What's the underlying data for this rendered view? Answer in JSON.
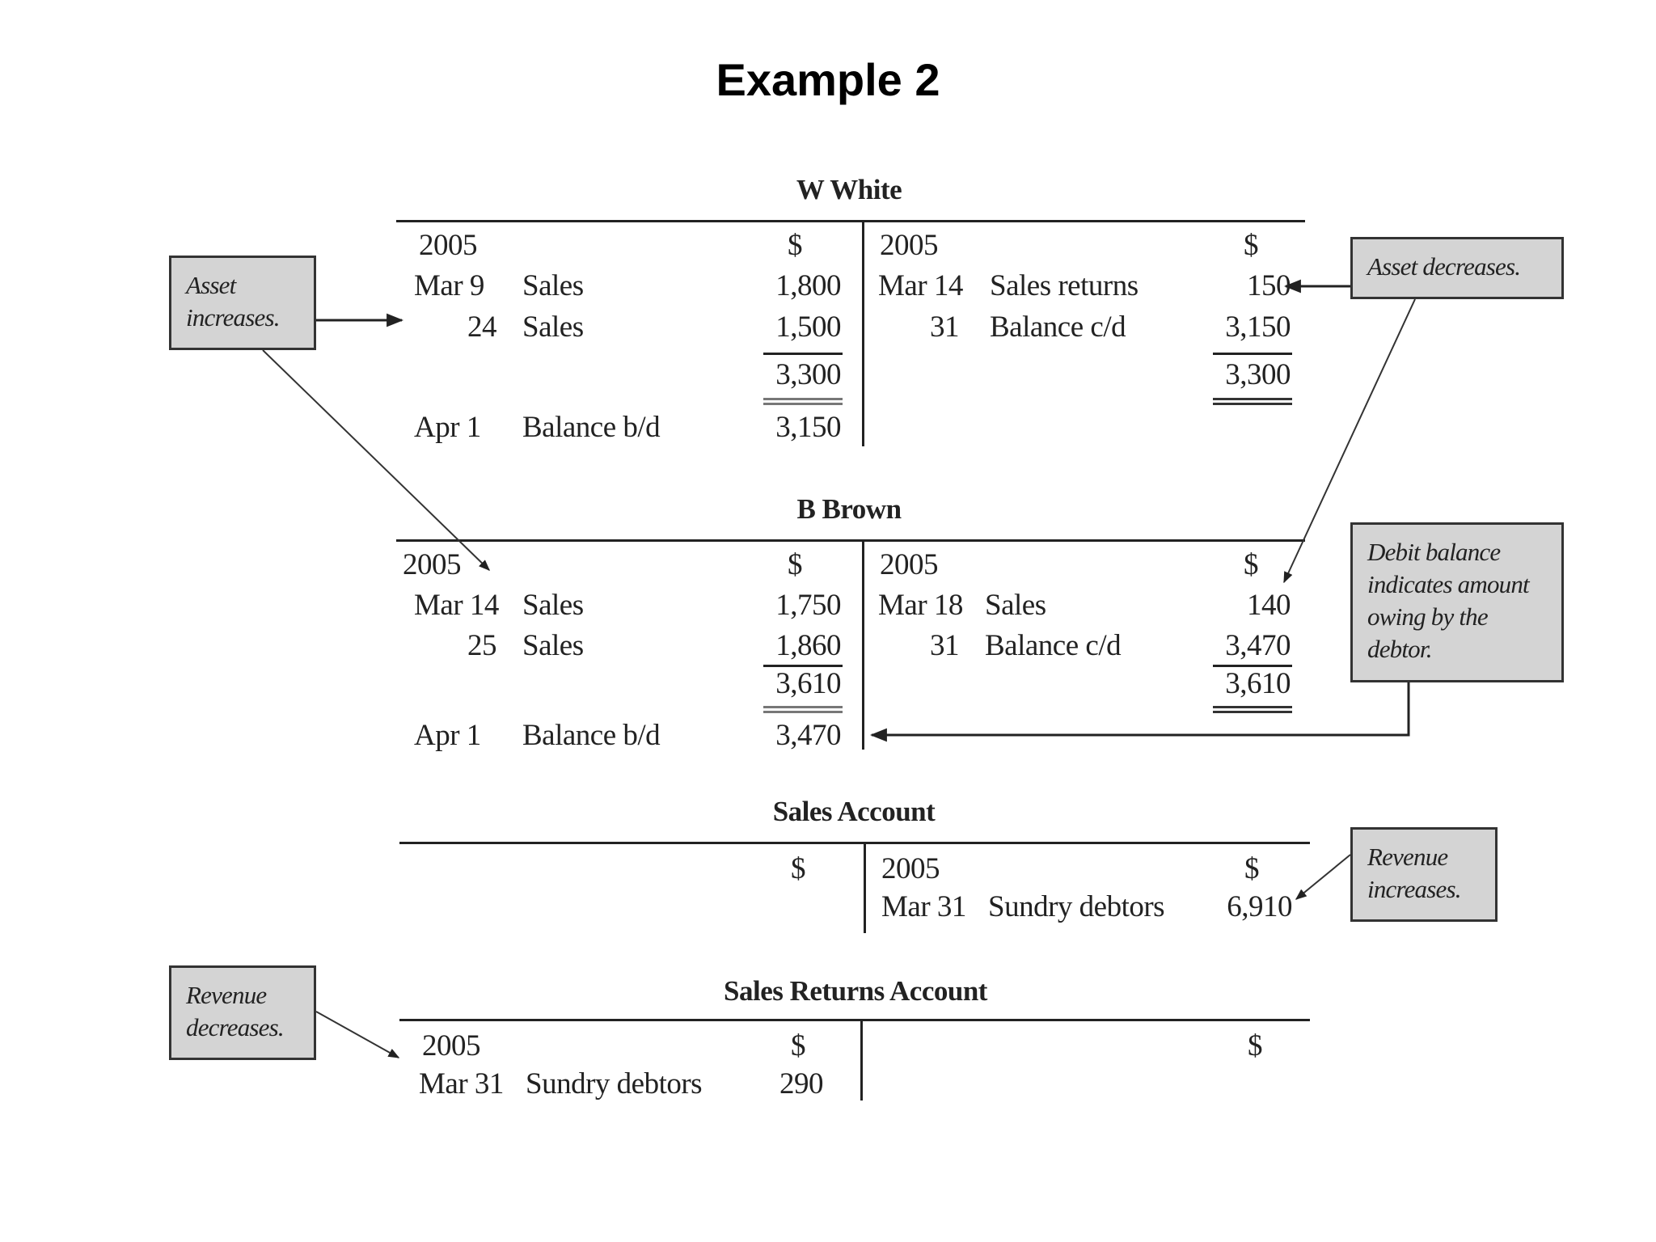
{
  "title": "Example 2",
  "accounts": {
    "w_white": {
      "name": "W White",
      "dr": {
        "year": "2005",
        "currency": "$",
        "rows": [
          {
            "date": "Mar 9",
            "desc": "Sales",
            "amount": "1,800"
          },
          {
            "date": "24",
            "desc": "Sales",
            "amount": "1,500"
          }
        ],
        "total": "3,300",
        "balance": {
          "date": "Apr 1",
          "desc": "Balance b/d",
          "amount": "3,150"
        }
      },
      "cr": {
        "year": "2005",
        "currency": "$",
        "rows": [
          {
            "date": "Mar 14",
            "desc": "Sales returns",
            "amount": "150"
          },
          {
            "date": "31",
            "desc": "Balance c/d",
            "amount": "3,150"
          }
        ],
        "total": "3,300"
      }
    },
    "b_brown": {
      "name": "B Brown",
      "dr": {
        "year": "2005",
        "currency": "$",
        "rows": [
          {
            "date": "Mar 14",
            "desc": "Sales",
            "amount": "1,750"
          },
          {
            "date": "25",
            "desc": "Sales",
            "amount": "1,860"
          }
        ],
        "total": "3,610",
        "balance": {
          "date": "Apr 1",
          "desc": "Balance b/d",
          "amount": "3,470"
        }
      },
      "cr": {
        "year": "2005",
        "currency": "$",
        "rows": [
          {
            "date": "Mar 18",
            "desc": "Sales",
            "amount": "140"
          },
          {
            "date": "31",
            "desc": "Balance c/d",
            "amount": "3,470"
          }
        ],
        "total": "3,610"
      }
    },
    "sales": {
      "name": "Sales Account",
      "dr": {
        "currency": "$"
      },
      "cr": {
        "year": "2005",
        "currency": "$",
        "rows": [
          {
            "date": "Mar 31",
            "desc": "Sundry debtors",
            "amount": "6,910"
          }
        ]
      }
    },
    "sales_returns": {
      "name": "Sales Returns Account",
      "dr": {
        "year": "2005",
        "currency": "$",
        "rows": [
          {
            "date": "Mar 31",
            "desc": "Sundry debtors",
            "amount": "290"
          }
        ]
      },
      "cr": {
        "currency": "$"
      }
    }
  },
  "callouts": {
    "asset_increases": [
      "Asset",
      "increases."
    ],
    "asset_decreases": [
      "Asset decreases."
    ],
    "debit_balance": [
      "Debit balance",
      "indicates amount",
      "owing by the",
      "debtor."
    ],
    "revenue_increases": [
      "Revenue",
      "increases."
    ],
    "revenue_decreases": [
      "Revenue",
      "decreases."
    ]
  },
  "colors": {
    "callout_fill": "#d4d4d4",
    "callout_border": "#333333",
    "ink": "#222222"
  }
}
